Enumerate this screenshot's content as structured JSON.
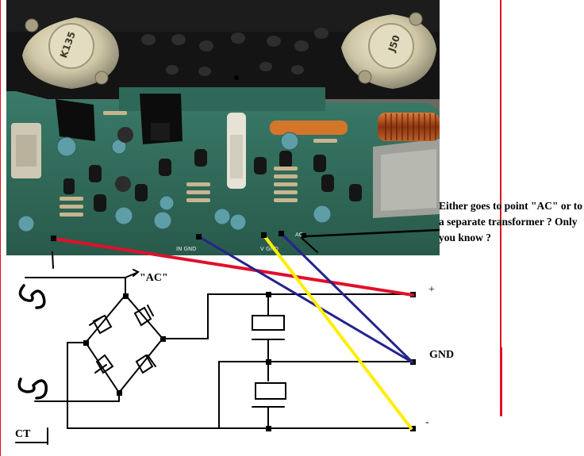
{
  "annotation": {
    "note": "Either goes to point \"AC\" or to a separate transformer ? Only you know ?"
  },
  "labels": {
    "ac_point": "\"AC\"",
    "plus": "+",
    "gnd": "GND",
    "minus": "-",
    "ct": "CT"
  },
  "pcb_silkscreen": {
    "in_gnd": "IN GND",
    "v_gnd": "V GND",
    "ac": "AC"
  },
  "transistor_markings": {
    "left": "K135",
    "right": "J50"
  },
  "colors": {
    "frame": "#e01020",
    "red_wire": "#e0102a",
    "blue_wire": "#24248c",
    "yellow_wire": "#ffee00",
    "pcb": "#2f6b5a",
    "heatsink": "#141414"
  }
}
